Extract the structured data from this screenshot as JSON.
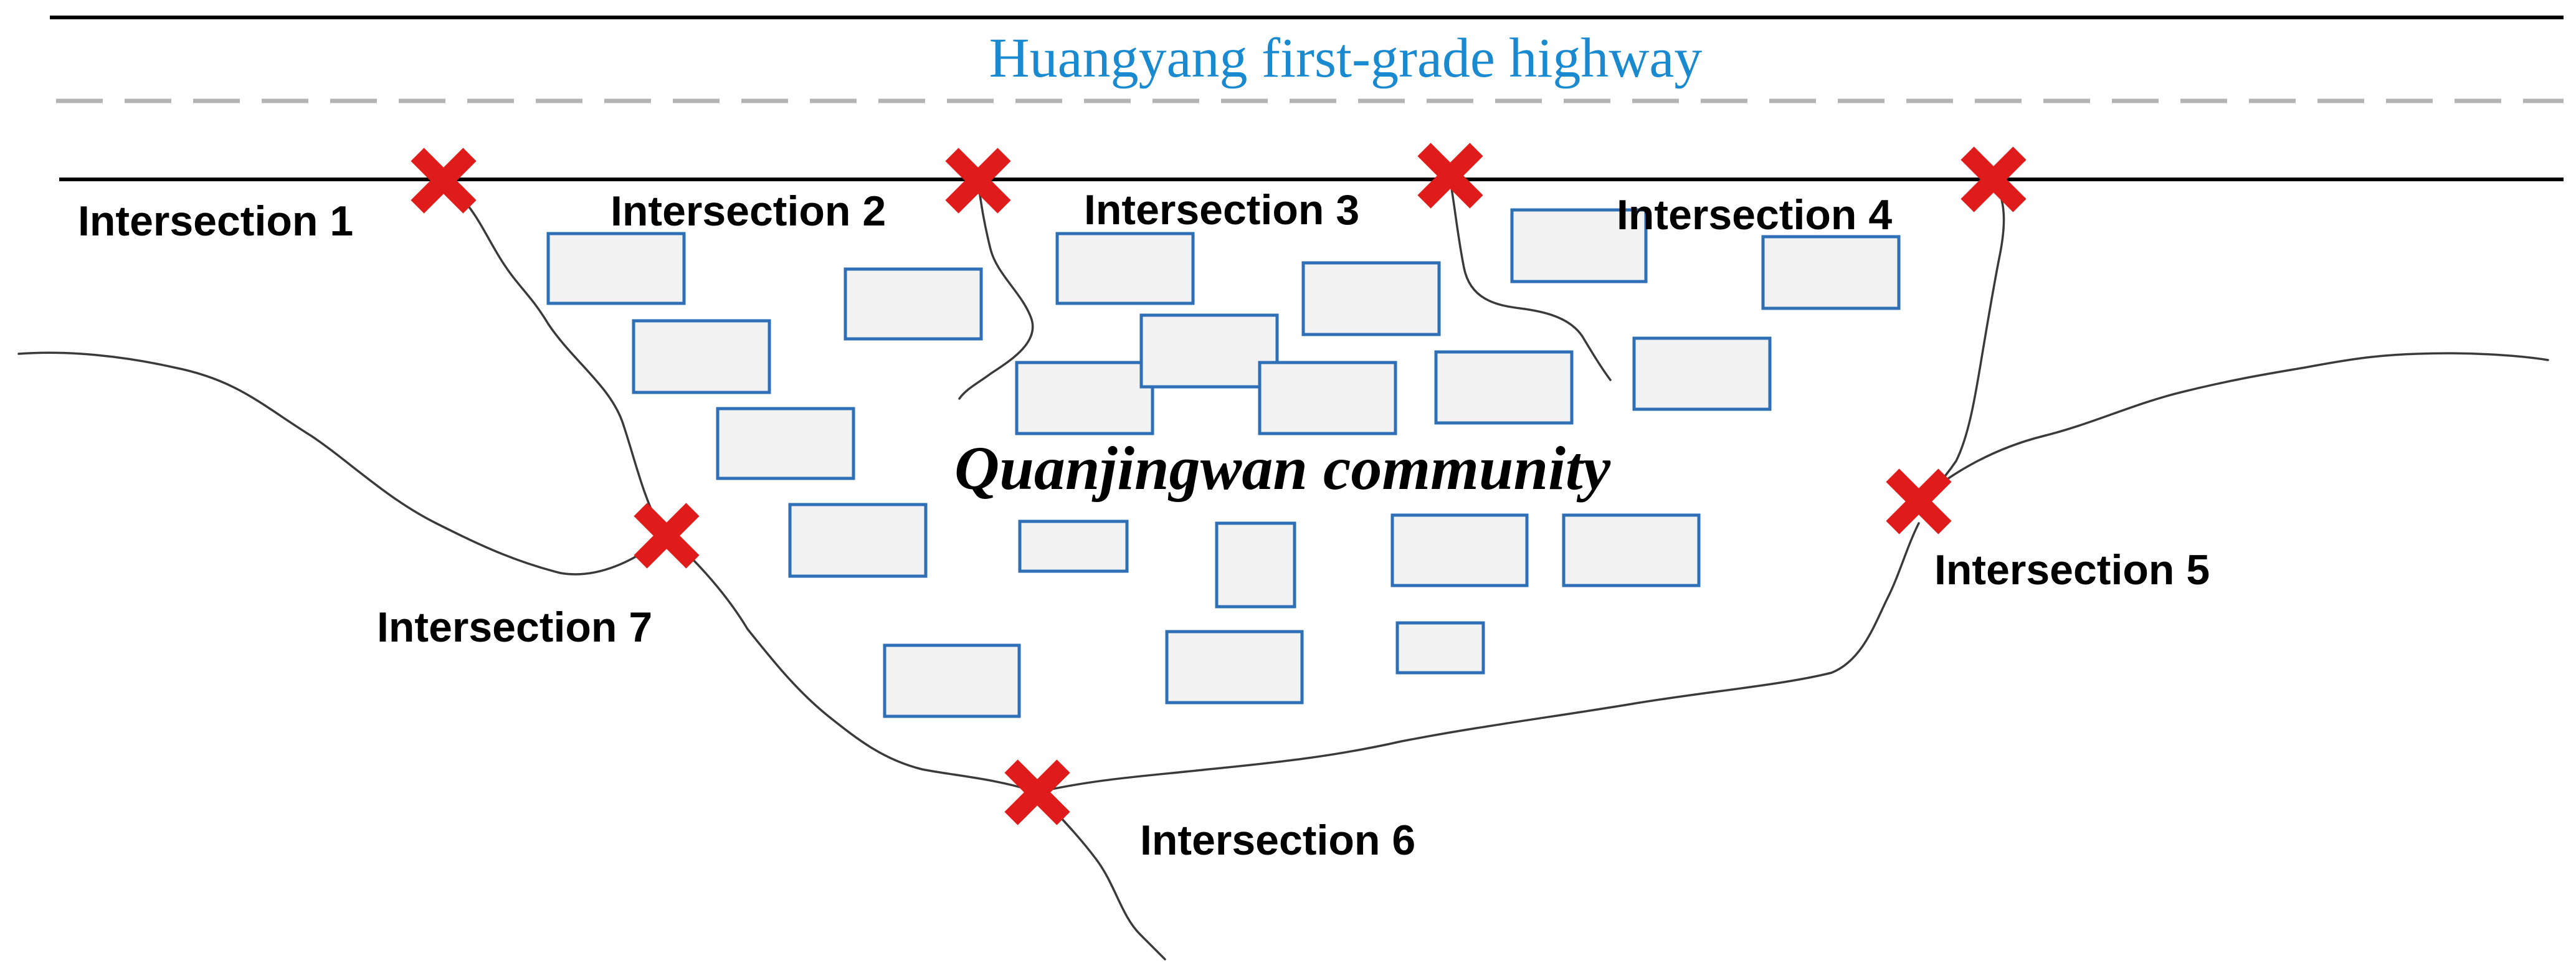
{
  "highway": {
    "title": "Huangyang first-grade highway",
    "title_color": "#1a8ad0",
    "dash_color": "#b4b4b4"
  },
  "community": {
    "name": "Quanjingwan community",
    "building_fill": "#f2f2f2",
    "building_stroke": "#2f6fb5"
  },
  "intersections": [
    {
      "id": 1,
      "label": "Intersection 1"
    },
    {
      "id": 2,
      "label": "Intersection 2"
    },
    {
      "id": 3,
      "label": "Intersection 3"
    },
    {
      "id": 4,
      "label": "Intersection 4"
    },
    {
      "id": 5,
      "label": "Intersection 5"
    },
    {
      "id": 6,
      "label": "Intersection 6"
    },
    {
      "id": 7,
      "label": "Intersection 7"
    }
  ],
  "marker": {
    "icon": "cross-icon",
    "color": "#e01b1b"
  }
}
